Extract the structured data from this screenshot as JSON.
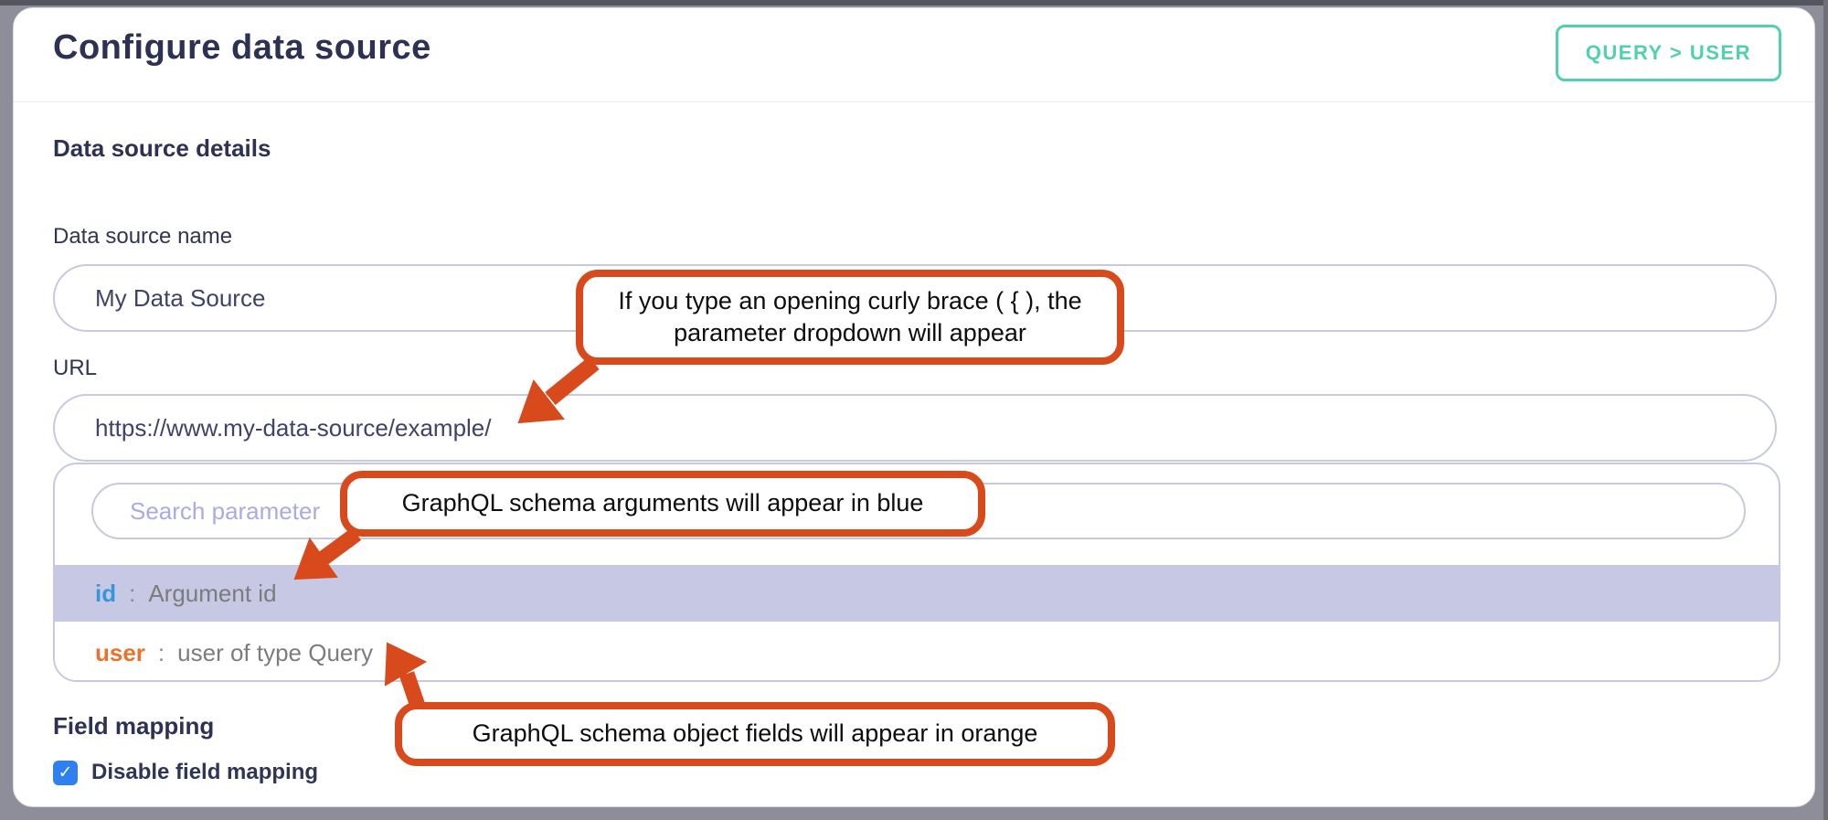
{
  "header": {
    "title": "Configure data source",
    "badge": "QUERY > USER"
  },
  "sections": {
    "details_heading": "Data source details",
    "field_mapping_heading": "Field mapping"
  },
  "fields": {
    "name": {
      "label": "Data source name",
      "value": "My Data Source"
    },
    "url": {
      "label": "URL",
      "value": "https://www.my-data-source/example/"
    }
  },
  "dropdown": {
    "search_placeholder": "Search parameter",
    "items": [
      {
        "name": "id",
        "separator": ":",
        "description": "Argument id",
        "color": "#3795d9",
        "highlighted": true
      },
      {
        "name": "user",
        "separator": ":",
        "description": "user of type Query",
        "color": "#e9722c",
        "highlighted": false
      }
    ]
  },
  "field_mapping": {
    "checkbox_label": "Disable field mapping",
    "checked": true
  },
  "annotations": [
    {
      "text": "If you type an opening curly brace ( { ), the parameter dropdown will appear"
    },
    {
      "text": "GraphQL schema arguments will appear in blue"
    },
    {
      "text": "GraphQL schema object fields will appear in orange"
    }
  ],
  "icons": {
    "checkmark": "✓"
  },
  "colors": {
    "accent_teal": "#4fd1ac",
    "annotation_border": "#d84a1b",
    "argument_blue": "#3795d9",
    "field_orange": "#e9722c",
    "highlight_row": "#c7c8e4",
    "checkbox_blue": "#2e80f0",
    "input_border": "#c7c9e3",
    "heading_navy": "#2d3254"
  }
}
